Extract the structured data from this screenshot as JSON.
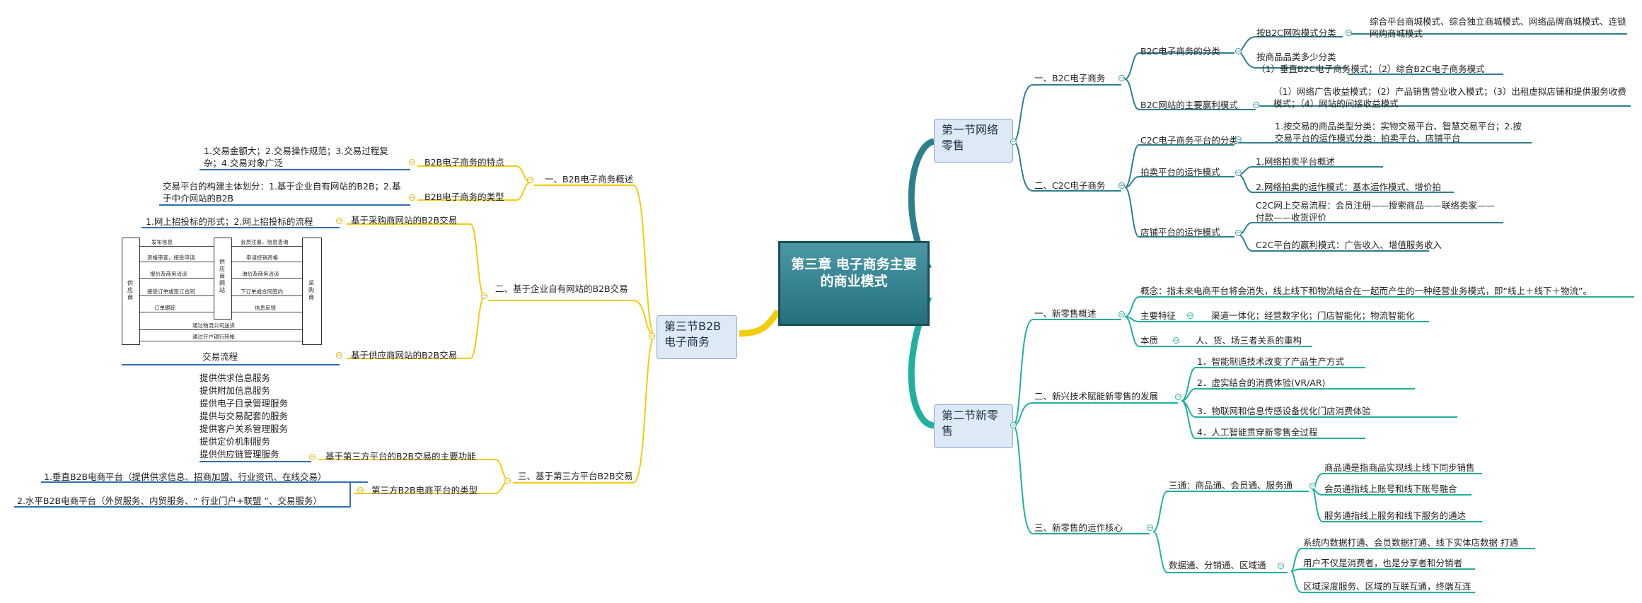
{
  "root": {
    "title": "第三章  电子商务主要的商业模式"
  },
  "sec1": {
    "title": "第一节网络零售",
    "b2c": {
      "label": "一、B2C电子商务",
      "classify": {
        "label": "B2C电子商务的分类",
        "items": [
          {
            "label": "按B2C网购模式分类",
            "detail": "综合平台商城模式、综合独立商城模式、网络品牌商城模式、连锁网购商城模式"
          },
          {
            "label": "按商品品类多少分类",
            "detail": "（1）垂直B2C电子商务模式；（2）综合B2C电子商务模式"
          }
        ]
      },
      "profit": {
        "label": "B2C网站的主要赢利模式",
        "detail": "（1）网络广告收益模式；（2）产品销售营业收入模式；（3）出租虚拟店铺和提供服务收费模式；（4）网站的间接收益模式"
      }
    },
    "c2c": {
      "label": "二、C2C电子商务",
      "classify": {
        "label": "C2C电子商务平台的分类",
        "detail": "1.按交易的商品类型分类：实物交易平台、智慧交易平台；2.按交易平台的运作模式分类：拍卖平台、店铺平台"
      },
      "auction": {
        "label": "拍卖平台的运作模式",
        "items": [
          "1.网络拍卖平台概述",
          "2.网络拍卖的运作模式：基本运作模式、增价拍"
        ]
      },
      "store": {
        "label": "店铺平台的运作模式",
        "items": [
          "C2C网上交易流程：会员注册——搜索商品——联络卖家——付款——收货评价",
          "C2C平台的赢利模式：广告收入、增值服务收入"
        ]
      }
    }
  },
  "sec2": {
    "title": "第二节新零售",
    "overview": {
      "label": "一、新零售概述",
      "concept": "概念：指未来电商平台将会消失，线上线下和物流结合在一起而产生的一种经营业务模式，即“线上＋线下＋物流”。",
      "feature": {
        "label": "主要特征",
        "detail": "渠道一体化；经营数字化；门店智能化；物流智能化"
      },
      "essence": {
        "label": "本质",
        "detail": "人、货、场三者关系的重构"
      }
    },
    "tech": {
      "label": "二、新兴技术赋能新零售的发展",
      "items": [
        "1．智能制造技术改变了产品生产方式",
        "2．虚实结合的消费体验(VR/AR)",
        "3．物联网和信息传感设备优化门店消费体验",
        "4．人工智能贯穿新零售全过程"
      ]
    },
    "core": {
      "label": "三、新零售的运作核心",
      "three": {
        "label": "三通：商品通、会员通、服务通",
        "items": [
          "商品通是指商品实现线上线下同步销售",
          "会员通指线上账号和线下账号融合",
          "服务通指线上服务和线下服务的通达"
        ]
      },
      "data": {
        "label": "数据通、分销通、区域通",
        "items": [
          "系统内数据打通、会员数据打通、线下实体店数据 打通",
          "用户不仅是消费者，也是分享者和分销者",
          "区域深度服务、区域的互联互通，终端互连"
        ]
      }
    }
  },
  "sec3": {
    "title": "第三节B2B电子商务",
    "overview": {
      "label": "一、B2B电子商务概述",
      "features": {
        "label": "B2B电子商务的特点",
        "detail": "1.交易金额大；2.交易操作规范；3.交易过程复杂；4.交易对象广泛"
      },
      "types": {
        "label": "B2B电子商务的类型",
        "detail": "交易平台的构建主体划分：1.基于企业自有网站的B2B；2.基于中介网站的B2B"
      }
    },
    "own": {
      "label": "二、基于企业自有网站的B2B交易",
      "buyer": {
        "label": "基于采购商网站的B2B交易",
        "detail": "1.网上招投标的形式；2.网上招投标的流程"
      },
      "seller": {
        "label": "基于供应商网站的B2B交易",
        "detail": "交易流程"
      },
      "flow": {
        "left": "供应商",
        "center": "供应商网站",
        "right": "采购商",
        "left_items": [
          "发布信息",
          "资格审查，接受申请",
          "报价及商务洽谈",
          "接受订单或签订合同",
          "订单跟踪"
        ],
        "right_items": [
          "会员注册，信息查询",
          "申请经销资格",
          "询价及商务洽谈",
          "下订单或合同签约",
          "信息反馈"
        ],
        "bottom_items": [
          "通过物流公司送货",
          "通过开户银行转帐"
        ]
      }
    },
    "third": {
      "label": "三、基于第三方平台B2B交易",
      "functions": {
        "label": "基于第三方平台的B2B交易的主要功能",
        "items": [
          "提供供求信息服务",
          "提供附加信息服务",
          "提供电子目录管理服务",
          "提供与交易配套的服务",
          "提供客户关系管理服务",
          "提供定价机制服务",
          "提供供应链管理服务"
        ]
      },
      "types": {
        "label": "第三方B2B电商平台的类型",
        "items": [
          "1.垂直B2B电商平台（提供供求信息、招商加盟、行业资讯、在线交易）",
          "2.水平B2B电商平台（外贸服务、内贸服务、“ 行业门户+联盟 ”、交易服务）"
        ]
      }
    },
    "colors": {
      "yellow": "#f2cc0c",
      "teal_top": "#2e7f8e",
      "teal_bottom": "#20b09d",
      "underline": "#2f6fb3"
    }
  }
}
